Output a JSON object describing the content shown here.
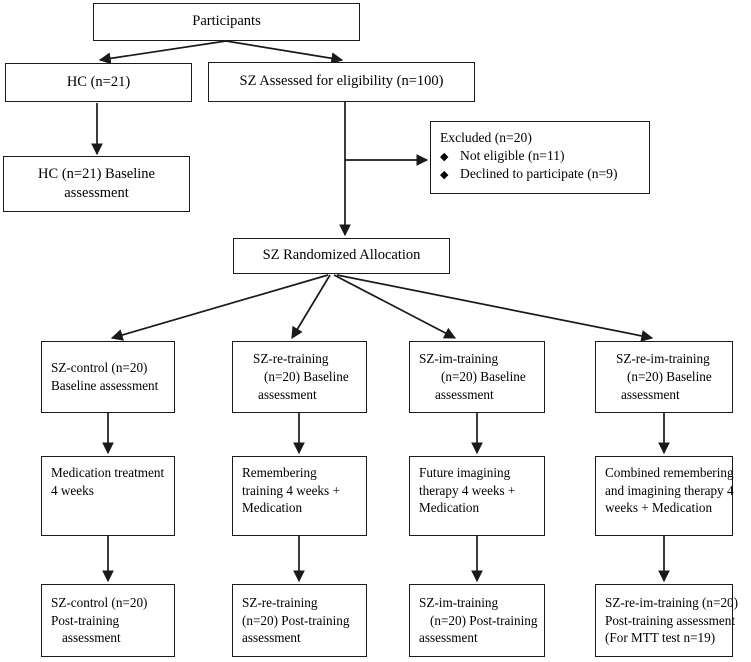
{
  "diagram": {
    "title": "CONSORT-style participant flow diagram",
    "colors": {
      "stroke": "#1a1a1a",
      "background": "#ffffff",
      "text": "#000000"
    },
    "nodes": {
      "participants": {
        "lines": [
          "Participants"
        ]
      },
      "hc": {
        "lines": [
          "HC (n=21)"
        ]
      },
      "sz_assessed": {
        "lines": [
          "SZ Assessed for eligibility (n=100)"
        ]
      },
      "hc_baseline": {
        "lines": [
          "HC (n=21) Baseline",
          "assessment"
        ]
      },
      "excluded": {
        "heading": "Excluded  (n=20)",
        "bullet_glyph": "◆",
        "bullets": [
          "Not eligible (n=11)",
          "Declined to participate (n=9)"
        ]
      },
      "sz_randomized": {
        "lines": [
          "SZ Randomized Allocation"
        ]
      },
      "col1_baseline": {
        "lines": [
          "SZ-control (n=20)",
          "Baseline assessment"
        ]
      },
      "col2_baseline": {
        "lines": [
          "SZ-re-training",
          "(n=20) Baseline",
          "assessment"
        ]
      },
      "col3_baseline": {
        "lines": [
          "SZ-im-training",
          "(n=20) Baseline",
          "assessment"
        ]
      },
      "col4_baseline": {
        "lines": [
          "SZ-re-im-training",
          "(n=20) Baseline",
          "assessment"
        ]
      },
      "col1_treatment": {
        "lines": [
          "Medication treatment",
          "4 weeks"
        ]
      },
      "col2_treatment": {
        "lines": [
          "Remembering",
          "training 4 weeks +",
          "Medication"
        ]
      },
      "col3_treatment": {
        "lines": [
          "Future imagining",
          "therapy 4 weeks +",
          "Medication"
        ]
      },
      "col4_treatment": {
        "lines": [
          "Combined remembering",
          "and imagining therapy  4",
          "weeks + Medication"
        ]
      },
      "col1_post": {
        "lines": [
          "SZ-control (n=20)",
          "Post-training",
          "assessment"
        ]
      },
      "col2_post": {
        "lines": [
          "SZ-re-training",
          "(n=20) Post-training",
          "assessment"
        ]
      },
      "col3_post": {
        "lines": [
          "SZ-im-training",
          "(n=20) Post-training",
          "assessment"
        ]
      },
      "col4_post": {
        "lines": [
          "SZ-re-im-training (n=20)",
          "Post-training assessment",
          "(For MTT test n=19)"
        ]
      }
    }
  }
}
